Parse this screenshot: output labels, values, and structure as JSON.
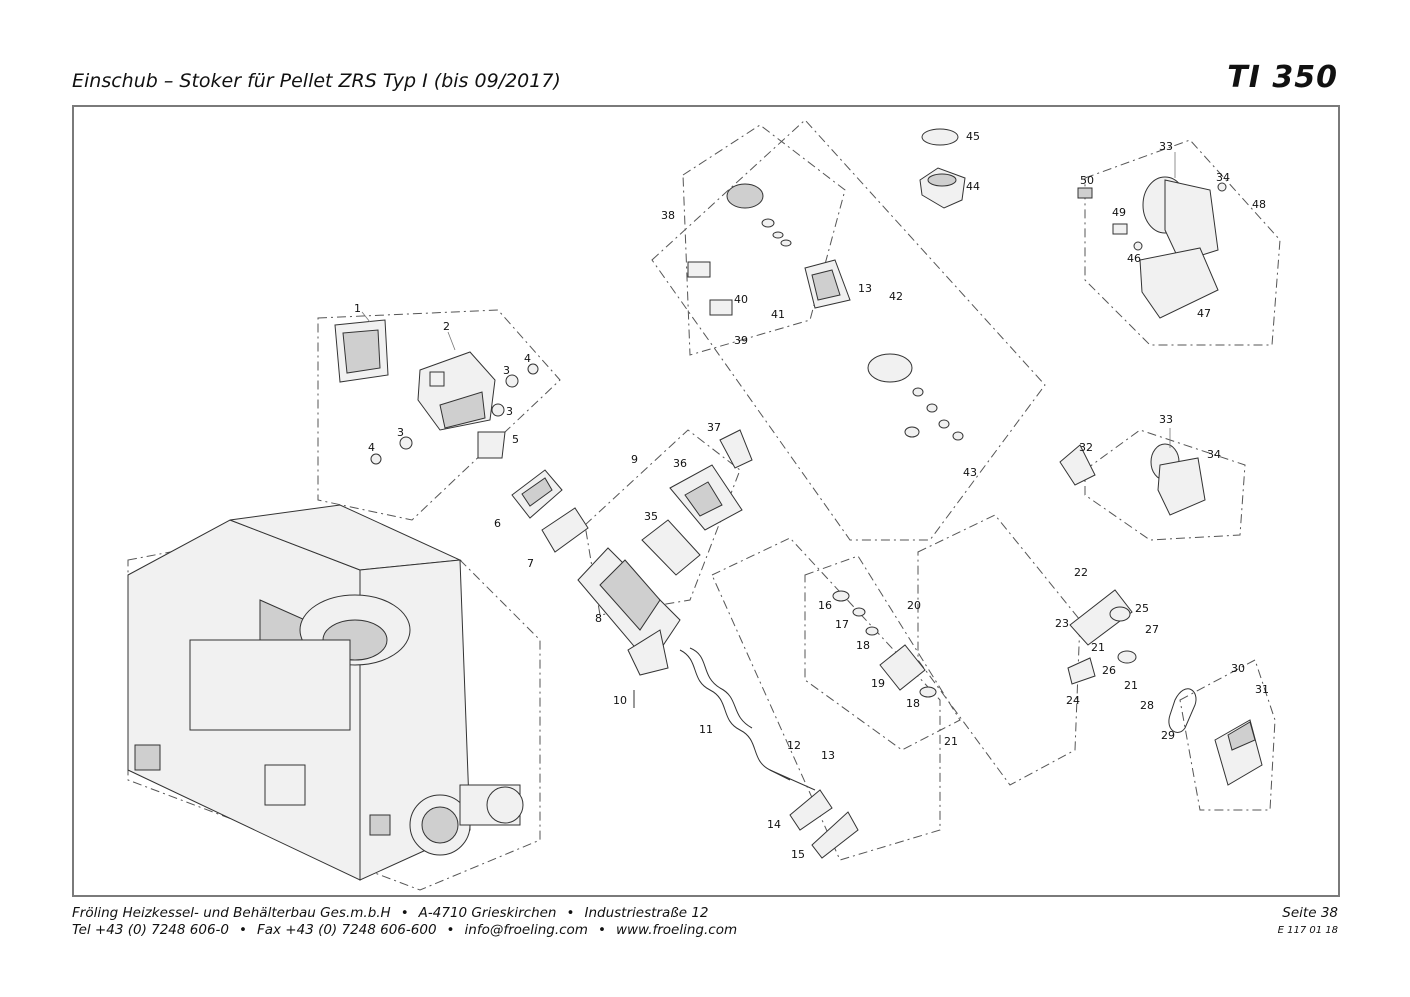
{
  "header": {
    "title": "Einschub – Stoker für Pellet ZRS Typ I (bis 09/2017)",
    "code": "TI 350"
  },
  "footer": {
    "company": "Fröling Heizkessel- und Behälterbau Ges.m.b.H",
    "address": "A-4710 Grieskirchen",
    "street": "Industriestraße 12",
    "tel": "Tel +43 (0) 7248 606-0",
    "fax": "Fax +43 (0) 7248 606-600",
    "email": "info@froeling.com",
    "web": "www.froeling.com",
    "bullet": "•",
    "page": "Seite 38",
    "docno": "E 117 01 18"
  },
  "labels": [
    {
      "id": "l1",
      "text": "1"
    },
    {
      "id": "l2",
      "text": "2"
    },
    {
      "id": "l3a",
      "text": "3"
    },
    {
      "id": "l3b",
      "text": "3"
    },
    {
      "id": "l3c",
      "text": "3"
    },
    {
      "id": "l4a",
      "text": "4"
    },
    {
      "id": "l4b",
      "text": "4"
    },
    {
      "id": "l5",
      "text": "5"
    },
    {
      "id": "l6",
      "text": "6"
    },
    {
      "id": "l7",
      "text": "7"
    },
    {
      "id": "l8",
      "text": "8"
    },
    {
      "id": "l9",
      "text": "9"
    },
    {
      "id": "l10",
      "text": "10"
    },
    {
      "id": "l11",
      "text": "11"
    },
    {
      "id": "l12",
      "text": "12"
    },
    {
      "id": "l13a",
      "text": "13"
    },
    {
      "id": "l13b",
      "text": "13"
    },
    {
      "id": "l14",
      "text": "14"
    },
    {
      "id": "l15",
      "text": "15"
    },
    {
      "id": "l16",
      "text": "16"
    },
    {
      "id": "l17",
      "text": "17"
    },
    {
      "id": "l18a",
      "text": "18"
    },
    {
      "id": "l18b",
      "text": "18"
    },
    {
      "id": "l19",
      "text": "19"
    },
    {
      "id": "l20",
      "text": "20"
    },
    {
      "id": "l21a",
      "text": "21"
    },
    {
      "id": "l21b",
      "text": "21"
    },
    {
      "id": "l21c",
      "text": "21"
    },
    {
      "id": "l22",
      "text": "22"
    },
    {
      "id": "l23",
      "text": "23"
    },
    {
      "id": "l24",
      "text": "24"
    },
    {
      "id": "l25",
      "text": "25"
    },
    {
      "id": "l26",
      "text": "26"
    },
    {
      "id": "l27",
      "text": "27"
    },
    {
      "id": "l28",
      "text": "28"
    },
    {
      "id": "l29",
      "text": "29"
    },
    {
      "id": "l30",
      "text": "30"
    },
    {
      "id": "l31",
      "text": "31"
    },
    {
      "id": "l32",
      "text": "32"
    },
    {
      "id": "l33a",
      "text": "33"
    },
    {
      "id": "l33b",
      "text": "33"
    },
    {
      "id": "l34a",
      "text": "34"
    },
    {
      "id": "l34b",
      "text": "34"
    },
    {
      "id": "l35",
      "text": "35"
    },
    {
      "id": "l36",
      "text": "36"
    },
    {
      "id": "l37",
      "text": "37"
    },
    {
      "id": "l38",
      "text": "38"
    },
    {
      "id": "l39",
      "text": "39"
    },
    {
      "id": "l40",
      "text": "40"
    },
    {
      "id": "l41",
      "text": "41"
    },
    {
      "id": "l42",
      "text": "42"
    },
    {
      "id": "l43",
      "text": "43"
    },
    {
      "id": "l44",
      "text": "44"
    },
    {
      "id": "l45",
      "text": "45"
    },
    {
      "id": "l46",
      "text": "46"
    },
    {
      "id": "l47",
      "text": "47"
    },
    {
      "id": "l48",
      "text": "48"
    },
    {
      "id": "l49",
      "text": "49"
    },
    {
      "id": "l50",
      "text": "50"
    }
  ]
}
